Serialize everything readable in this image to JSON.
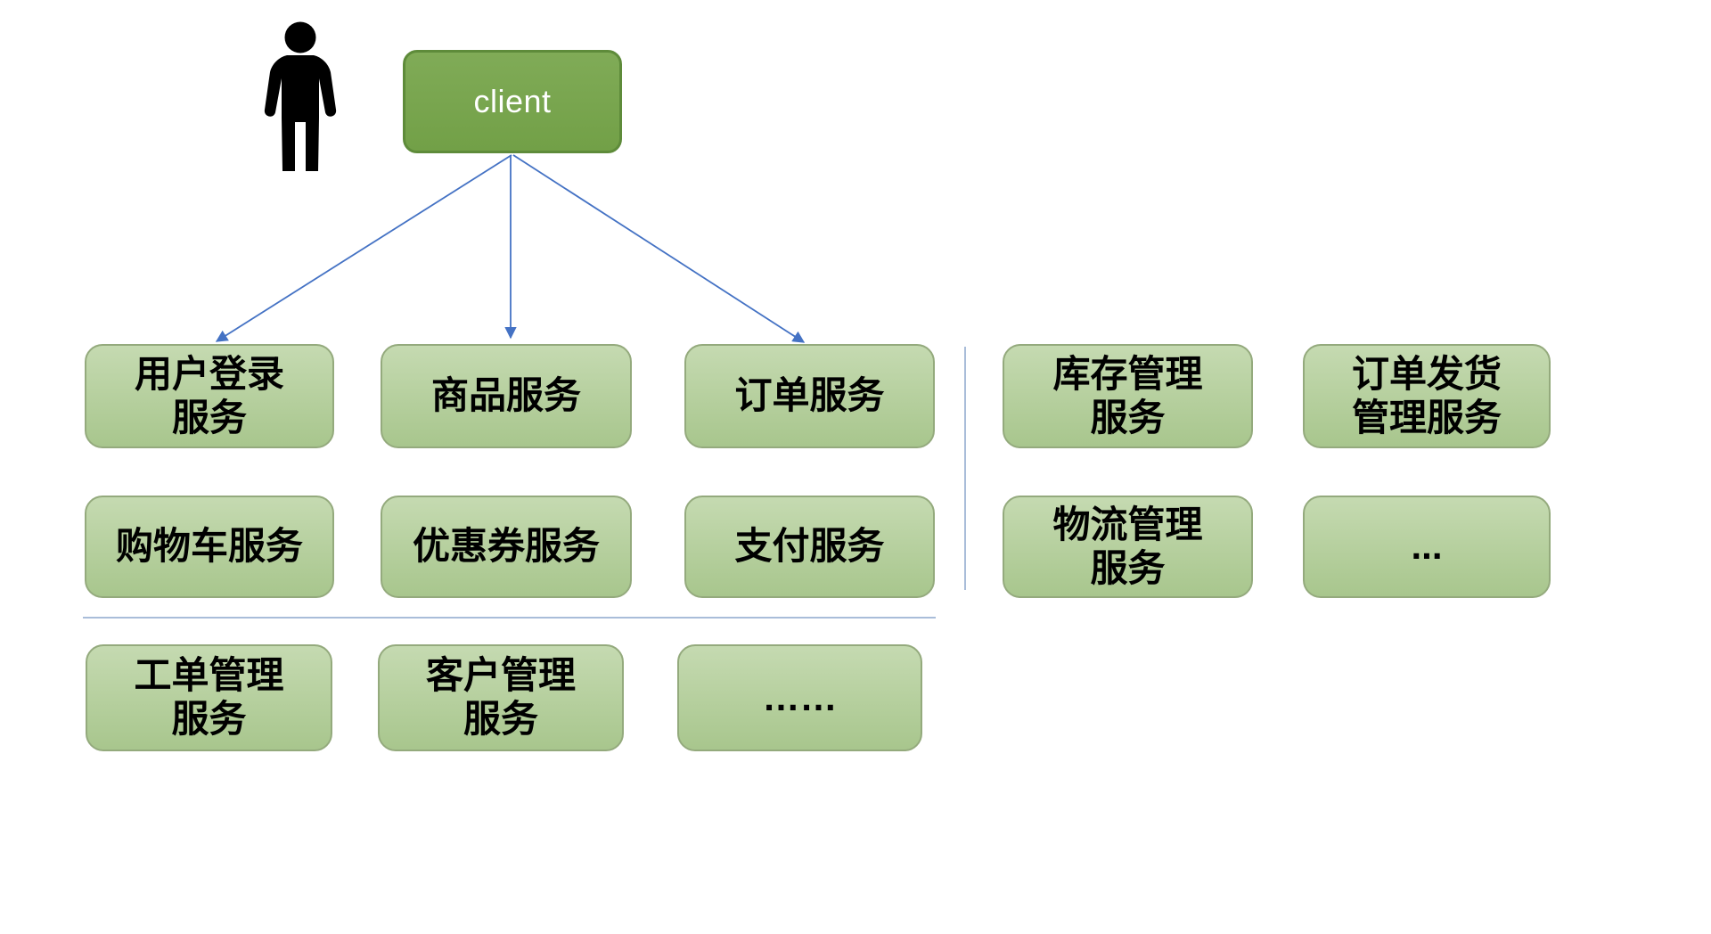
{
  "client": {
    "label": "client"
  },
  "services": {
    "row1": [
      "用户登录\n服务",
      "商品服务",
      "订单服务"
    ],
    "row2": [
      "购物车服务",
      "优惠券服务",
      "支付服务"
    ],
    "row3": [
      "工单管理\n服务",
      "客户管理\n服务",
      "……"
    ],
    "right_row1": [
      "库存管理\n服务",
      "订单发货\n管理服务"
    ],
    "right_row2": [
      "物流管理\n服务",
      "..."
    ]
  },
  "icons": {
    "person": "black standing person silhouette (actor/user)"
  },
  "colors": {
    "background": "#ffffff",
    "client_fill_top": "#80ab57",
    "client_fill_bottom": "#72a047",
    "client_border": "#5e8b3a",
    "client_text": "#ffffff",
    "service_fill_top": "#c5dab1",
    "service_fill_bottom": "#a8c68d",
    "service_border": "#94aa7d",
    "service_text": "#000000",
    "arrow": "#4472c4",
    "divider": "#a9bdd9",
    "person": "#000000"
  }
}
